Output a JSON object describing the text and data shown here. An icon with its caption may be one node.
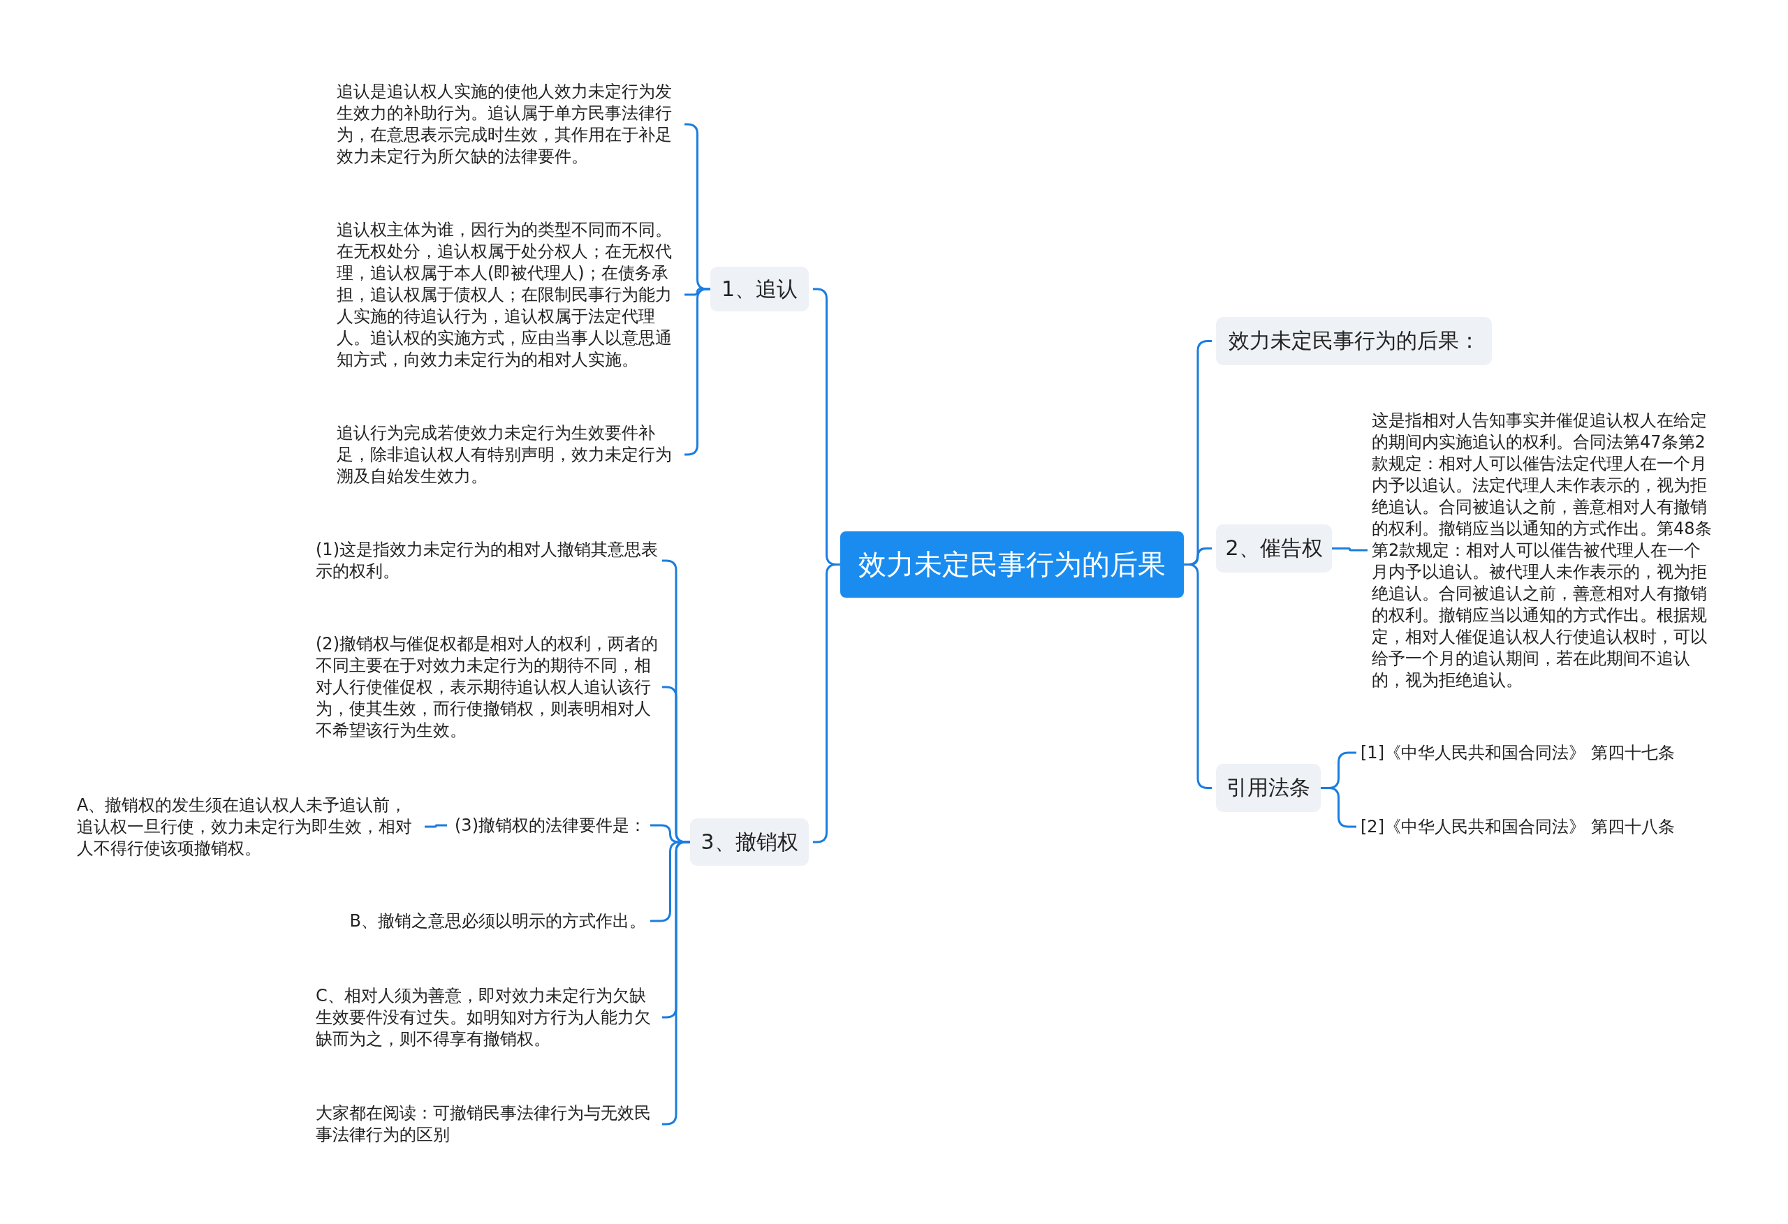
{
  "diagram": {
    "nodes": [
      {
        "text": [
          "效力未定民事行为的后果"
        ]
      },
      {
        "text": [
          "1、追认"
        ]
      },
      {
        "text": [
          "追认是追认权人实施的使他人效力未定行为发生效力的补助行为。追认属于单方民事法律行为，在意思表示完成时生效，其作用在于补足效力未定行为所欠缺的法律要件。"
        ]
      },
      {
        "text": [
          "追认权主体为谁，因行为的类型不同而不同。在无权处分，追认权属于处分权人；在无权代理，追认权属于本人(即被代理人)；在债务承担，追认权属于债权人；在限制民事行为能力人实施的待追认行为，追认权属于法定代理人。追认权的实施方式，应由当事人以意思通知方式，向效力未定行为的相对人实施。"
        ]
      },
      {
        "text": [
          "追认行为完成若使效力未定行为生效要件补足，除非追认权人有特别声明，效力未定行为溯及自始发生效力。"
        ]
      },
      {
        "text": [
          "3、撤销权"
        ]
      },
      {
        "text": [
          "(1)这是指效力未定行为的相对人撤销其意思表示的权利。"
        ]
      },
      {
        "text": [
          "(2)撤销权与催促权都是相对人的权利，两者的不同主要在于对效力未定行为的期待不同，相对人行使催促权，表示期待追认权人追认该行为，使其生效，而行使撤销权，则表明相对人不希望该行为生效。"
        ]
      },
      {
        "text": [
          "(3)撤销权的法律要件是："
        ]
      },
      {
        "text": [
          "A、撤销权的发生须在追认权人未予追认前，追认权一旦行使，效力未定行为即生效，相对人不得行使该项撤销权。"
        ]
      },
      {
        "text": [
          "B、撤销之意思必须以明示的方式作出。"
        ]
      },
      {
        "text": [
          "C、相对人须为善意，即对效力未定行为欠缺生效要件没有过失。如明知对方行为人能力欠缺而为之，则不得享有撤销权。"
        ]
      },
      {
        "text": [
          "大家都在阅读：可撤销民事法律行为与无效民事法律行为的区别"
        ]
      },
      {
        "text": [
          "效力未定民事行为的后果："
        ]
      },
      {
        "text": [
          "2、催告权"
        ]
      },
      {
        "text": [
          "这是指相对人告知事实并催促追认权人在给定的期间内实施追认的权利。合同法第47条第2款规定：相对人可以催告法定代理人在一个月内予以追认。法定代理人未作表示的，视为拒绝追认。合同被追认之前，善意相对人有撤销的权利。撤销应当以通知的方式作出。第48条第2款规定：相对人可以催告被代理人在一个月内予以追认。被代理人未作表示的，视为拒绝追认。合同被追认之前，善意相对人有撤销的权利。撤销应当以通知的方式作出。根据规定，相对人催促追认权人行使追认权时，可以给予一个月的追认期间，若在此期间不追认的，视为拒绝追认。"
        ]
      },
      {
        "text": [
          "引用法条"
        ]
      },
      {
        "text": [
          "[1]《中华人民共和国合同法》 第四十七条"
        ]
      },
      {
        "text": [
          "[2]《中华人民共和国合同法》 第四十八条"
        ]
      }
    ],
    "edges": [
      {
        "from": 0,
        "to": 1,
        "arrow": "none"
      },
      {
        "from": 1,
        "to": 2,
        "arrow": "none"
      },
      {
        "from": 1,
        "to": 3,
        "arrow": "none"
      },
      {
        "from": 1,
        "to": 4,
        "arrow": "none"
      },
      {
        "from": 0,
        "to": 5,
        "arrow": "none"
      },
      {
        "from": 5,
        "to": 6,
        "arrow": "none"
      },
      {
        "from": 5,
        "to": 7,
        "arrow": "none"
      },
      {
        "from": 5,
        "to": 8,
        "arrow": "none"
      },
      {
        "from": 8,
        "to": 9,
        "arrow": "none"
      },
      {
        "from": 5,
        "to": 10,
        "arrow": "none"
      },
      {
        "from": 5,
        "to": 11,
        "arrow": "none"
      },
      {
        "from": 5,
        "to": 12,
        "arrow": "none"
      },
      {
        "from": 0,
        "to": 13,
        "arrow": "none"
      },
      {
        "from": 0,
        "to": 14,
        "arrow": "none"
      },
      {
        "from": 14,
        "to": 15,
        "arrow": "none"
      },
      {
        "from": 0,
        "to": 16,
        "arrow": "none"
      },
      {
        "from": 16,
        "to": 17,
        "arrow": "none"
      },
      {
        "from": 16,
        "to": 18,
        "arrow": "none"
      }
    ]
  }
}
